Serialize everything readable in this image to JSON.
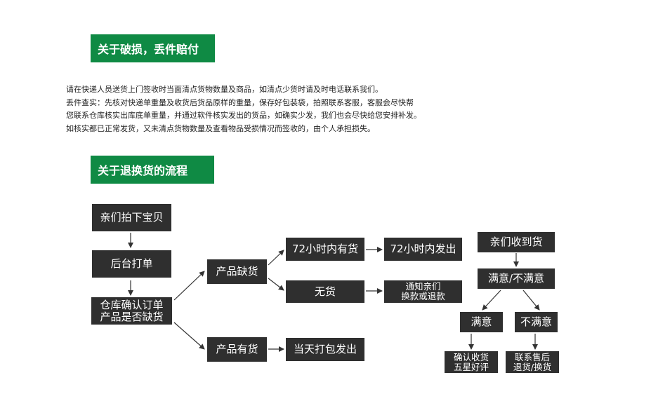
{
  "sections": {
    "damage": {
      "title": "关于破损，丢件赔付",
      "lines": [
        "请在快递人员送货上门签收时当面清点货物数量及商品，如清点少货时请及时电话联系我们。",
        "丢件查实：先核对快递单重量及收货后货品原样的重量，保存好包装袋，拍照联系客服，客服会尽快帮",
        "您联系仓库核实出库底单重量，并通过软件核实发出的货品，如确实少发，我们也会尽快给您安排补发。",
        "如核实都已正常发货，又未清点货物数量及查看物品受损情况而签收的，由个人承担损失。"
      ]
    },
    "returns": {
      "title": "关于退换货的流程"
    }
  },
  "flow": {
    "nodes": {
      "order": "亲们拍下宝贝",
      "print": "后台打单",
      "check_1": "仓库确认订单",
      "check_2": "产品是否缺货",
      "out_of_stock": "产品缺货",
      "in_stock": "产品有货",
      "has_72h": "72小时内有货",
      "ship_72h": "72小时内发出",
      "no_stock": "无货",
      "notify_1": "通知亲们",
      "notify_2": "换款或退款",
      "ship_today": "当天打包发出",
      "received": "亲们收到货",
      "satisfied_q": "满意/不满意",
      "satisfied": "满意",
      "unsatisfied": "不满意",
      "confirm_1": "确认收货",
      "confirm_2": "五星好评",
      "contact_1": "联系售后",
      "contact_2": "退货/换货"
    }
  },
  "colors": {
    "heading_bg": "#0f8a44",
    "box_bg": "#2f2f2f",
    "arrow": "#333333"
  }
}
